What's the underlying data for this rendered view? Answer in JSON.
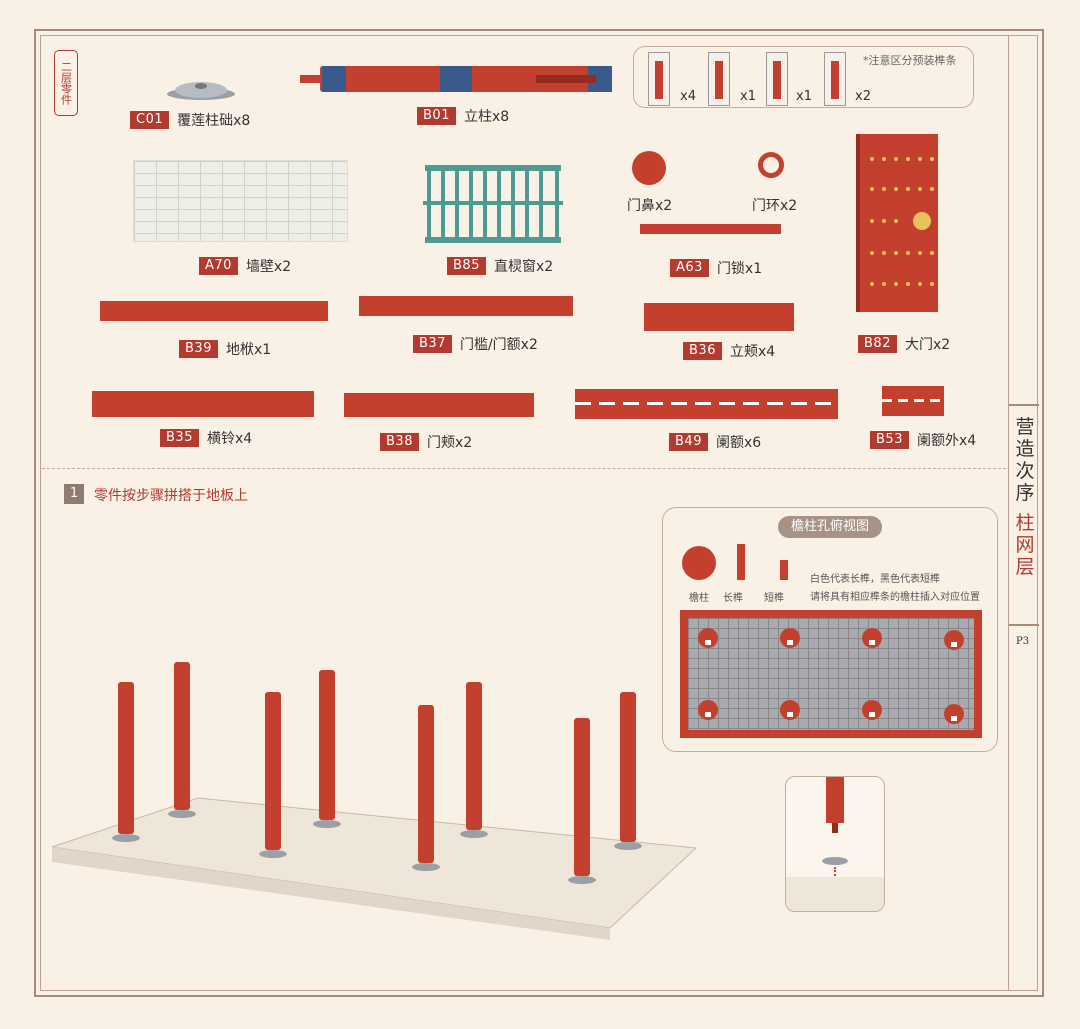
{
  "stamp": "二层零件",
  "note": "*注意区分预装榫条",
  "tenon_counts": [
    "x4",
    "x1",
    "x1",
    "x2"
  ],
  "parts": {
    "c01": {
      "code": "C01",
      "name": "覆莲柱础x8"
    },
    "b01": {
      "code": "B01",
      "name": "立柱x8"
    },
    "a70": {
      "code": "A70",
      "name": "墙壁x2"
    },
    "b85": {
      "code": "B85",
      "name": "直棂窗x2"
    },
    "door_nose": {
      "name": "门鼻x2"
    },
    "door_ring": {
      "name": "门环x2"
    },
    "a63": {
      "code": "A63",
      "name": "门锁x1"
    },
    "b82": {
      "code": "B82",
      "name": "大门x2"
    },
    "b39": {
      "code": "B39",
      "name": "地栿x1"
    },
    "b37": {
      "code": "B37",
      "name": "门槛/门额x2"
    },
    "b36": {
      "code": "B36",
      "name": "立颊x4"
    },
    "b35": {
      "code": "B35",
      "name": "横铃x4"
    },
    "b38": {
      "code": "B38",
      "name": "门颊x2"
    },
    "b49": {
      "code": "B49",
      "name": "阑额x6"
    },
    "b53": {
      "code": "B53",
      "name": "阑额外x4"
    }
  },
  "step": {
    "num": "1",
    "text": "零件按步骤拼搭于地板上"
  },
  "view": {
    "title": "檐柱孔俯视图",
    "legend_column": "檐柱",
    "legend_long": "长榫",
    "legend_short": "短榫",
    "note1": "白色代表长榫，黑色代表短榫",
    "note2": "请将具有相应榫条的檐柱插入对应位置"
  },
  "side": {
    "title1": "营造次序",
    "title2": "柱网层",
    "page": "P3"
  },
  "colors": {
    "accent": "#b23a2e",
    "column": "#c3402f",
    "frame": "#a58a7a",
    "window": "#4d9a93"
  }
}
